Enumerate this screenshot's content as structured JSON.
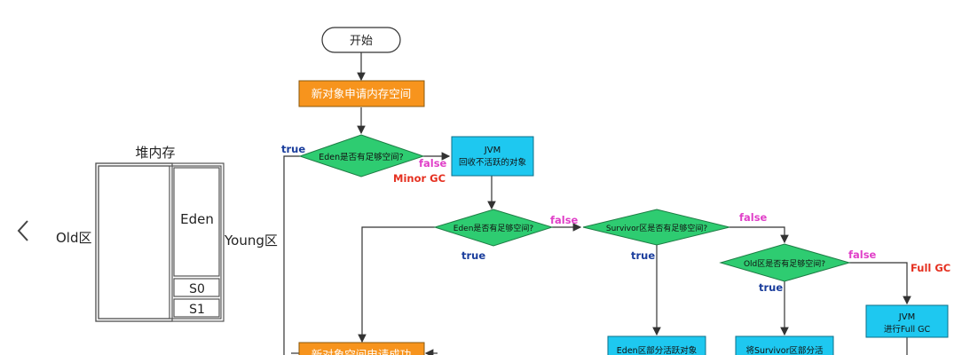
{
  "colors": {
    "orange": "#f7941d",
    "green": "#2ecc71",
    "cyan": "#1ec8f0",
    "true_blue": "#1a3d9c",
    "false_magenta": "#e040c8",
    "red": "#e53020",
    "line": "#333333"
  },
  "nav": {
    "prev_icon": "chevron-left-icon"
  },
  "memory": {
    "title": "堆内存",
    "old_label": "Old区",
    "young_label": "Young区",
    "eden": "Eden",
    "s0": "S0",
    "s1": "S1"
  },
  "flow": {
    "start": "开始",
    "new_object": "新对象申请内存空间",
    "d1": "Eden是否有足够空间?",
    "jvm_gc_title": "JVM",
    "jvm_gc_body": "回收不活跃的对象",
    "d2": "Eden是否有足够空间?",
    "d3": "Survivor区是否有足够空间?",
    "d4": "Old区是否有足够空间?",
    "full_gc_title": "JVM",
    "full_gc_body": "进行Full GC",
    "bottom_success": "新对象空间申请成功",
    "bottom_eden": "Eden区部分活跃对象",
    "bottom_survivor": "将Survivor区部分活"
  },
  "labels": {
    "true": "true",
    "false": "false",
    "minor_gc": "Minor GC",
    "full_gc": "Full GC"
  }
}
